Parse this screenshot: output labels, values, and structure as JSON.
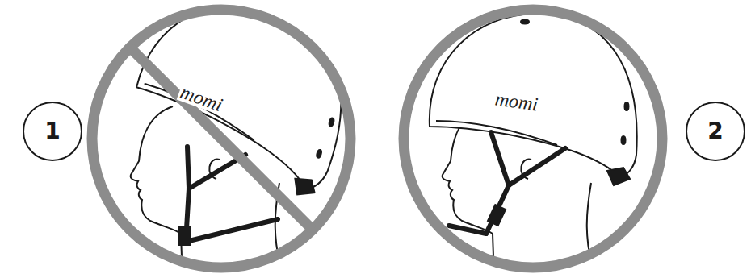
{
  "diagram": {
    "nodes": [
      {
        "text": [
          "1"
        ]
      },
      {
        "text": [
          "2"
        ]
      }
    ],
    "labels": [
      "momi",
      "momi"
    ]
  }
}
